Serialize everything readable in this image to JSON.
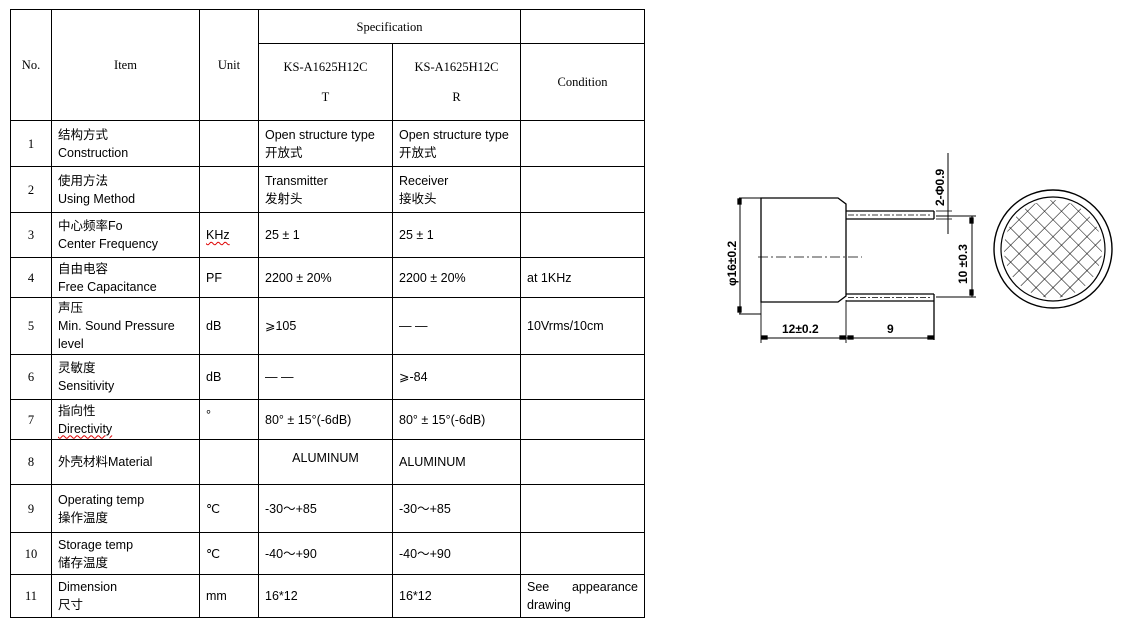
{
  "header": {
    "no": "No.",
    "item": "Item",
    "unit": "Unit",
    "specification": "Specification",
    "model_t_line1": "KS-A1625H12C",
    "model_t_line2": "T",
    "model_r_line1": "KS-A1625H12C",
    "model_r_line2": "R",
    "condition": "Condition"
  },
  "rows": [
    {
      "no": "1",
      "item_cn": "结构方式",
      "item_en": "Construction",
      "unit": "",
      "t_line1": "Open structure type",
      "t_line2": "开放式",
      "r_line1": "Open structure type",
      "r_line2": "开放式",
      "condition": ""
    },
    {
      "no": "2",
      "item_cn": "使用方法",
      "item_en": "Using Method",
      "unit": "",
      "t_line1": "Transmitter",
      "t_line2": "发射头",
      "r_line1": "Receiver",
      "r_line2": "接收头",
      "condition": ""
    },
    {
      "no": "3",
      "item_cn": "中心频率Fo",
      "item_en": "Center Frequency",
      "unit": "KHz",
      "t_line1": "25 ± 1",
      "t_line2": "",
      "r_line1": "25 ± 1",
      "r_line2": "",
      "condition": ""
    },
    {
      "no": "4",
      "item_cn": "自由电容",
      "item_en": "Free Capacitance",
      "unit": "PF",
      "t_line1": "2200 ± 20%",
      "t_line2": "",
      "r_line1": "2200 ± 20%",
      "r_line2": "",
      "condition": "at 1KHz"
    },
    {
      "no": "5",
      "item_cn": "声压",
      "item_en": "Min. Sound Pressure",
      "item_en2": "level",
      "unit": "dB",
      "t_line1": "⩾105",
      "t_line2": "",
      "r_line1": "— —",
      "r_line2": "",
      "condition": "10Vrms/10cm"
    },
    {
      "no": "6",
      "item_cn": "灵敏度",
      "item_en": "Sensitivity",
      "unit": "dB",
      "t_line1": "— —",
      "t_line2": "",
      "r_line1": "⩾-84",
      "r_line2": "",
      "condition": ""
    },
    {
      "no": "7",
      "item_cn": "指向性",
      "item_en": "Directivity",
      "unit": "°",
      "t_line1": "80° ± 15°(-6dB)",
      "t_line2": "",
      "r_line1": "80° ± 15°(-6dB)",
      "r_line2": "",
      "condition": ""
    },
    {
      "no": "8",
      "item_cn": "外壳材料Material",
      "item_en": "",
      "unit": "",
      "t_line1": "ALUMINUM",
      "t_line2": "",
      "r_line1": "ALUMINUM",
      "r_line2": "",
      "condition": ""
    },
    {
      "no": "9",
      "item_cn": "Operating temp",
      "item_en": "操作温度",
      "unit": "℃",
      "t_line1": "-30～+85",
      "t_line2": "",
      "r_line1": "-30～+85",
      "r_line2": "",
      "condition": ""
    },
    {
      "no": "10",
      "item_cn": "Storage temp",
      "item_en": "储存温度",
      "unit": "℃",
      "t_line1": "-40～+90",
      "t_line2": "",
      "r_line1": "-40～+90",
      "r_line2": "",
      "condition": ""
    },
    {
      "no": "11",
      "item_cn": "Dimension",
      "item_en": "尺寸",
      "unit": "mm",
      "t_line1": "16*12",
      "t_line2": "",
      "r_line1": "16*12",
      "r_line2": "",
      "condition": "See appearance drawing"
    }
  ],
  "drawing": {
    "diameter_label": "φ16±0.2",
    "length_label": "12±0.2",
    "pin_length_label": "9",
    "pin_spacing_label": "10 ±0.3",
    "pin_diameter_label": "2-Φ0.9"
  }
}
